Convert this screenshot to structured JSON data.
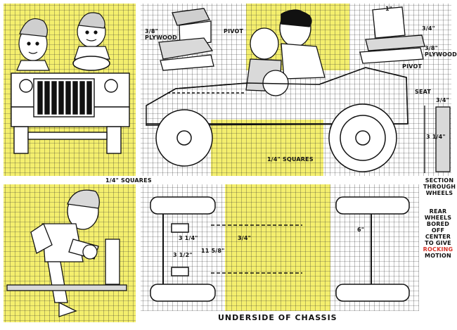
{
  "colors": {
    "yellow": "#f4ef6e",
    "paper": "#ffffff",
    "grid": "#2b2b2b",
    "ink": "#111111",
    "red": "#d8352a",
    "wood": "#d9d9d9"
  },
  "labels": {
    "plywood_left": "3/8\" PLYWOOD",
    "pivot_left": "PIVOT",
    "pivot_right": "PIVOT",
    "plywood_right": "3/8\" PLYWOOD",
    "dim_3_4": "3/4\"",
    "dim_1": "1\"",
    "seat": "SEAT",
    "quarter_squares_upper": "1/4\" SQUARES",
    "quarter_squares_middle": "1/4\" SQUARES",
    "section_top_dim": "3/4\"",
    "section_side_dim": "3 1/4\"",
    "section_through_wheels": "SECTION THROUGH WHEELS",
    "dim_3_1_4": "3 1/4\"",
    "dim_3_4_b": "3/4\"",
    "dim_11_5_8": "11 5/8\"",
    "dim_3_half": "3 1/2\"",
    "dim_6": "6\"",
    "rear_wheels_a": "REAR WHEELS BORED OFF CENTER TO GIVE",
    "rear_wheels_rocking": "ROCKING",
    "rear_wheels_motion": "MOTION",
    "underside_title": "UNDERSIDE OF CHASSIS"
  }
}
